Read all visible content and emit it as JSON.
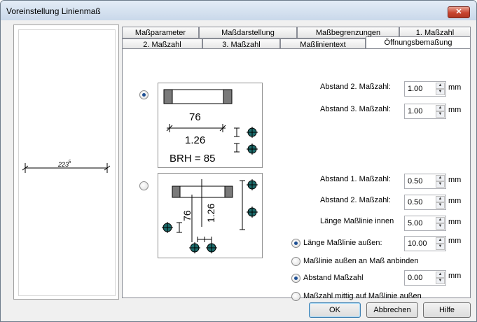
{
  "window": {
    "title": "Voreinstellung Linienmaß",
    "close_symbol": "✕"
  },
  "preview": {
    "dimension_value": "223",
    "dimension_superscript": "5"
  },
  "tabs_row1": [
    "Maßparameter",
    "Maßdarstellung",
    "Maßbegrenzungen",
    "1. Maßzahl"
  ],
  "tabs_row2": [
    "2. Maßzahl",
    "3. Maßzahl",
    "Maßlinientext",
    "Öffnungsbemaßung"
  ],
  "section1": {
    "drawing": {
      "top_value": "76",
      "bottom_value": "1.26",
      "brh_label": "BRH = 85"
    },
    "fields": [
      {
        "label": "Abstand 2. Maßzahl:",
        "value": "1.00",
        "unit": "mm"
      },
      {
        "label": "Abstand 3. Maßzahl:",
        "value": "1.00",
        "unit": "mm"
      }
    ]
  },
  "section2": {
    "drawing": {
      "left_value": "76",
      "right_value": "1.26"
    },
    "fields": [
      {
        "label": "Abstand 1. Maßzahl:",
        "value": "0.50",
        "unit": "mm"
      },
      {
        "label": "Abstand 2. Maßzahl:",
        "value": "0.50",
        "unit": "mm"
      },
      {
        "label": "Länge Maßlinie innen",
        "value": "5.00",
        "unit": "mm"
      }
    ],
    "outer_length": {
      "label": "Länge Maßlinie außen:",
      "value": "10.00",
      "unit": "mm"
    },
    "bind_option": {
      "label": "Maßlinie außen an Maß anbinden"
    },
    "distance": {
      "label": "Abstand Maßzahl",
      "value": "0.00",
      "unit": "mm"
    },
    "center_option": {
      "label": "Maßzahl mittig auf Maßlinie außen"
    }
  },
  "buttons": {
    "ok": "OK",
    "cancel": "Abbrechen",
    "help": "Hilfe"
  }
}
